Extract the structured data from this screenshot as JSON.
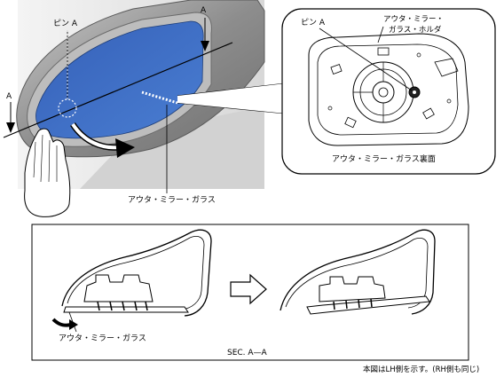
{
  "labels": {
    "section_a_top": "A",
    "section_a_left": "A",
    "pin_main": "ピン A",
    "pin_detail": "ピン A",
    "holder": "アウタ・ミラー・\nガラス・ホルダ",
    "holder_line1": "アウタ・ミラー・",
    "holder_line2": "ガラス・ホルダ",
    "glass_back": "アウタ・ミラー・ガラス裏面",
    "glass_main": "アウタ・ミラー・ガラス",
    "glass_section": "アウタ・ミラー・ガラス",
    "section_title": "SEC. A—A",
    "footnote": "本図はLH側を示す。(RH側も同じ)"
  },
  "colors": {
    "mirror_glass": "#3b6bc4",
    "housing": "#9a9a9a",
    "background_gray": "#e9e9e9"
  }
}
